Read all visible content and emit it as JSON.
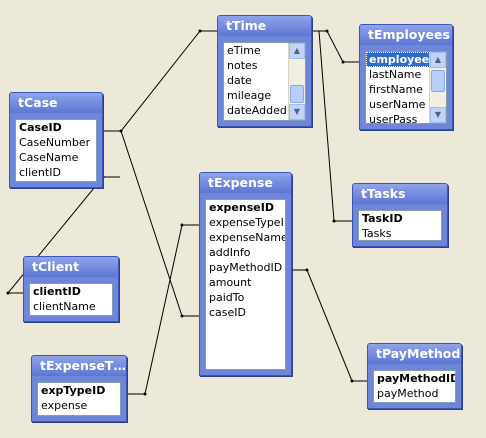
{
  "tables": {
    "tTime": {
      "title": "tTime",
      "fields": [
        "eTime",
        "notes",
        "date",
        "mileage",
        "dateAdded"
      ]
    },
    "tEmployees": {
      "title": "tEmployees",
      "fields": [
        "employeeID",
        "lastName",
        "firstName",
        "userName",
        "userPass"
      ]
    },
    "tCase": {
      "title": "tCase",
      "fields": [
        "CaseID",
        "CaseNumber",
        "CaseName",
        "clientID"
      ]
    },
    "tExpense": {
      "title": "tExpense",
      "fields": [
        "expenseID",
        "expenseTypeID",
        "expenseName",
        "addInfo",
        "payMethodID",
        "amount",
        "paidTo",
        "caseID"
      ]
    },
    "tTasks": {
      "title": "tTasks",
      "fields": [
        "TaskID",
        "Tasks"
      ]
    },
    "tClient": {
      "title": "tClient",
      "fields": [
        "clientID",
        "clientName"
      ]
    },
    "tExpenseType": {
      "title": "tExpenseT…",
      "fields": [
        "expTypeID",
        "expense"
      ]
    },
    "tPayMethod": {
      "title": "tPayMethod",
      "fields": [
        "payMethodID",
        "payMethod"
      ]
    }
  },
  "scroll_icons": {
    "up": "▲",
    "down": "▼"
  }
}
